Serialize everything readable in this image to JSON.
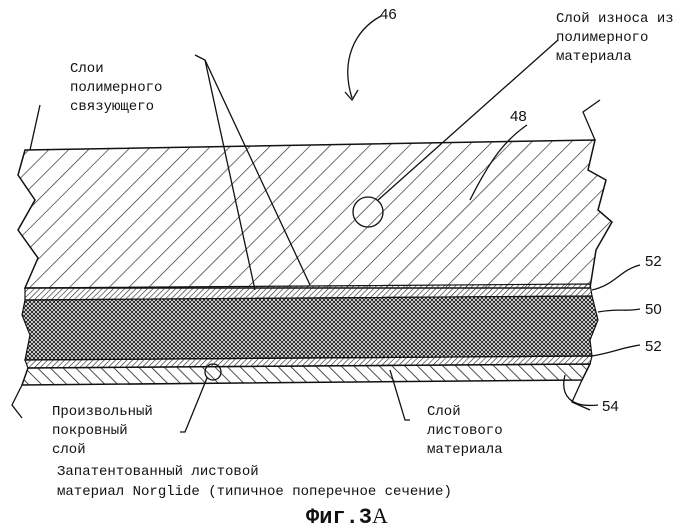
{
  "figure": {
    "refs": {
      "assembly": "46",
      "wear_layer": "48",
      "fabric": "50",
      "adhesive_top": "52",
      "adhesive_bottom": "52",
      "substrate": "54"
    },
    "labels": {
      "wear_layer": [
        "Слой износа из",
        "полимерного",
        "материала"
      ],
      "adhesive": [
        "Слои",
        "полимерного",
        "связующего"
      ],
      "cover": [
        "Произвольный",
        "покровный",
        "слой"
      ],
      "sheet": [
        "Слой",
        "листового",
        "материала"
      ]
    },
    "caption": [
      "Запатентованный листовой",
      "материал Norglide (типичное поперечное сечение)"
    ],
    "fig_title": "Фиг.3",
    "fig_suffix": "A"
  }
}
